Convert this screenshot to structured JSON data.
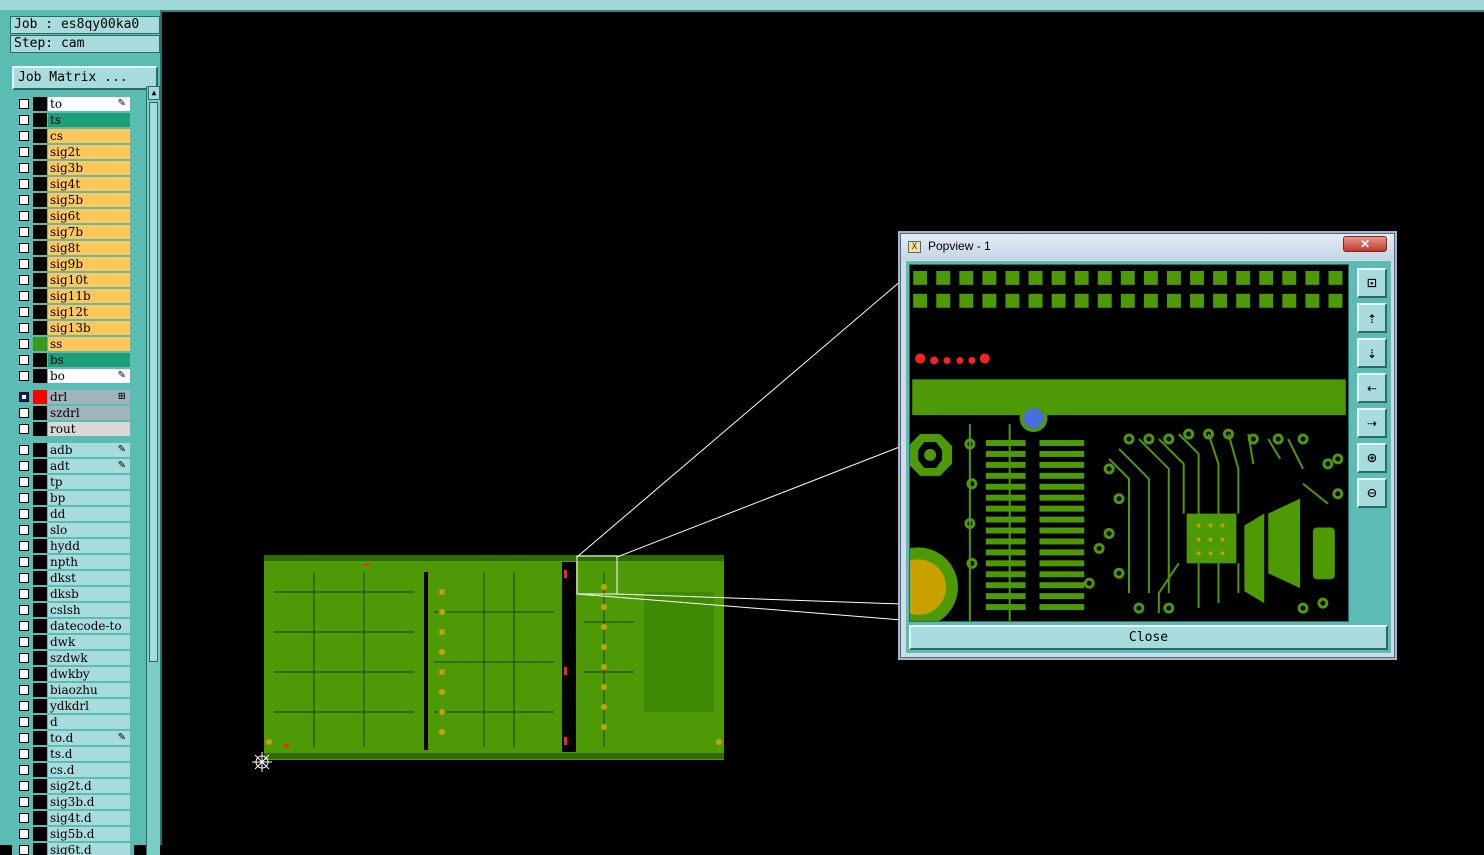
{
  "job": {
    "job_label": "Job : es8qy00ka0",
    "step_label": "Step: cam",
    "matrix_button": "Job Matrix ..."
  },
  "layers": [
    {
      "name": "to",
      "color": "#ffffff",
      "swatch": "#000000",
      "mark": "pen"
    },
    {
      "name": "ts",
      "color": "#1f9e7a",
      "swatch": "#000000",
      "mark": ""
    },
    {
      "name": "cs",
      "color": "#ffc759",
      "swatch": "#000000",
      "mark": ""
    },
    {
      "name": "sig2t",
      "color": "#ffc759",
      "swatch": "#000000",
      "mark": ""
    },
    {
      "name": "sig3b",
      "color": "#ffc759",
      "swatch": "#000000",
      "mark": ""
    },
    {
      "name": "sig4t",
      "color": "#ffc759",
      "swatch": "#000000",
      "mark": ""
    },
    {
      "name": "sig5b",
      "color": "#ffc759",
      "swatch": "#000000",
      "mark": ""
    },
    {
      "name": "sig6t",
      "color": "#ffc759",
      "swatch": "#000000",
      "mark": ""
    },
    {
      "name": "sig7b",
      "color": "#ffc759",
      "swatch": "#000000",
      "mark": ""
    },
    {
      "name": "sig8t",
      "color": "#ffc759",
      "swatch": "#000000",
      "mark": ""
    },
    {
      "name": "sig9b",
      "color": "#ffc759",
      "swatch": "#000000",
      "mark": ""
    },
    {
      "name": "sig10t",
      "color": "#ffc759",
      "swatch": "#000000",
      "mark": ""
    },
    {
      "name": "sig11b",
      "color": "#ffc759",
      "swatch": "#000000",
      "mark": ""
    },
    {
      "name": "sig12t",
      "color": "#ffc759",
      "swatch": "#000000",
      "mark": ""
    },
    {
      "name": "sig13b",
      "color": "#ffc759",
      "swatch": "#000000",
      "mark": ""
    },
    {
      "name": "ss",
      "color": "#ffc759",
      "swatch": "#3a9a1a",
      "mark": ""
    },
    {
      "name": "bs",
      "color": "#1f9e7a",
      "swatch": "#000000",
      "mark": ""
    },
    {
      "name": "bo",
      "color": "#ffffff",
      "swatch": "#000000",
      "mark": "pen"
    },
    {
      "name": "drl",
      "color": "#9fb4bc",
      "swatch": "#ff0000",
      "mark": "grid",
      "selected": true,
      "gap": true
    },
    {
      "name": "szdrl",
      "color": "#9fb4bc",
      "swatch": "#000000",
      "mark": ""
    },
    {
      "name": "rout",
      "color": "#d8d8d8",
      "swatch": "#000000",
      "mark": ""
    },
    {
      "name": "adb",
      "color": "#a8dcdc",
      "swatch": "#000000",
      "mark": "pen",
      "gap": true
    },
    {
      "name": "adt",
      "color": "#a8dcdc",
      "swatch": "#000000",
      "mark": "pen"
    },
    {
      "name": "tp",
      "color": "#a8dcdc",
      "swatch": "#000000",
      "mark": ""
    },
    {
      "name": "bp",
      "color": "#a8dcdc",
      "swatch": "#000000",
      "mark": ""
    },
    {
      "name": "dd",
      "color": "#a8dcdc",
      "swatch": "#000000",
      "mark": ""
    },
    {
      "name": "slo",
      "color": "#a8dcdc",
      "swatch": "#000000",
      "mark": ""
    },
    {
      "name": "hydd",
      "color": "#a8dcdc",
      "swatch": "#000000",
      "mark": ""
    },
    {
      "name": "npth",
      "color": "#a8dcdc",
      "swatch": "#000000",
      "mark": ""
    },
    {
      "name": "dkst",
      "color": "#a8dcdc",
      "swatch": "#000000",
      "mark": ""
    },
    {
      "name": "dksb",
      "color": "#a8dcdc",
      "swatch": "#000000",
      "mark": ""
    },
    {
      "name": "cslsh",
      "color": "#a8dcdc",
      "swatch": "#000000",
      "mark": ""
    },
    {
      "name": "datecode-to",
      "color": "#a8dcdc",
      "swatch": "#000000",
      "mark": ""
    },
    {
      "name": "dwk",
      "color": "#a8dcdc",
      "swatch": "#000000",
      "mark": ""
    },
    {
      "name": "szdwk",
      "color": "#a8dcdc",
      "swatch": "#000000",
      "mark": ""
    },
    {
      "name": "dwkby",
      "color": "#a8dcdc",
      "swatch": "#000000",
      "mark": ""
    },
    {
      "name": "biaozhu",
      "color": "#a8dcdc",
      "swatch": "#000000",
      "mark": ""
    },
    {
      "name": "ydkdrl",
      "color": "#a8dcdc",
      "swatch": "#000000",
      "mark": ""
    },
    {
      "name": "d",
      "color": "#a8dcdc",
      "swatch": "#000000",
      "mark": ""
    },
    {
      "name": "to.d",
      "color": "#a8dcdc",
      "swatch": "#000000",
      "mark": "pen"
    },
    {
      "name": "ts.d",
      "color": "#a8dcdc",
      "swatch": "#000000",
      "mark": ""
    },
    {
      "name": "cs.d",
      "color": "#a8dcdc",
      "swatch": "#000000",
      "mark": ""
    },
    {
      "name": "sig2t.d",
      "color": "#a8dcdc",
      "swatch": "#000000",
      "mark": ""
    },
    {
      "name": "sig3b.d",
      "color": "#a8dcdc",
      "swatch": "#000000",
      "mark": ""
    },
    {
      "name": "sig4t.d",
      "color": "#a8dcdc",
      "swatch": "#000000",
      "mark": ""
    },
    {
      "name": "sig5b.d",
      "color": "#a8dcdc",
      "swatch": "#000000",
      "mark": ""
    },
    {
      "name": "sig6t.d",
      "color": "#a8dcdc",
      "swatch": "#000000",
      "mark": ""
    }
  ],
  "popview": {
    "title": "Popview - 1",
    "close_x": "✕",
    "close_button": "Close",
    "tools": [
      "zoom-fit-icon",
      "pan-up-icon",
      "pan-down-icon",
      "pan-left-icon",
      "pan-right-icon",
      "zoom-in-icon",
      "zoom-out-icon"
    ]
  },
  "colors": {
    "board": "#4e9a06",
    "pad": "#c8a000",
    "drill": "#ff2020",
    "via": "#4a6ee0"
  }
}
